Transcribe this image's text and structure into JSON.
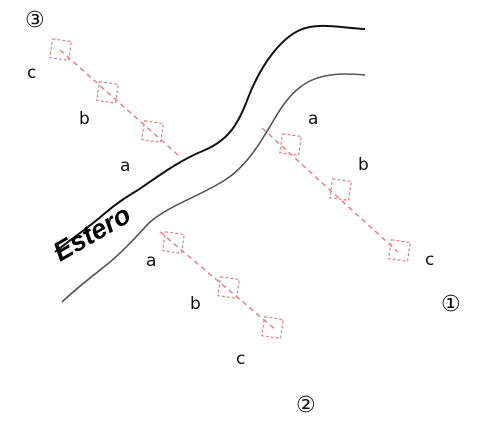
{
  "colors": {
    "station_box": "#d9868a",
    "transect_line": "#d9868a",
    "shore_main": "#111111",
    "shore_secondary": "#555555",
    "text": "#111111"
  },
  "estuary": {
    "label": "Estero"
  },
  "sites": [
    {
      "number": "③",
      "stations": [
        "a",
        "b",
        "c"
      ]
    },
    {
      "number": "①",
      "stations": [
        "a",
        "b",
        "c"
      ]
    },
    {
      "number": "②",
      "stations": [
        "a",
        "b",
        "c"
      ]
    }
  ]
}
